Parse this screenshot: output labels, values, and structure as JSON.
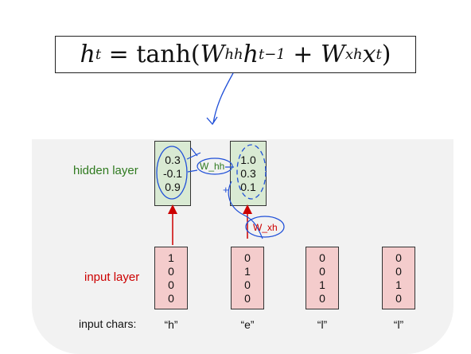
{
  "formula": {
    "h": "h",
    "h_sub": "t",
    "eq": " = tanh(",
    "W1": "W",
    "W1_sub": "hh",
    "h2": "h",
    "h2_sub": "t−1",
    "plus": " + ",
    "W2": "W",
    "W2_sub": "xh",
    "x": "x",
    "x_sub": "t",
    "close": ")"
  },
  "labels": {
    "hidden_layer": "hidden layer",
    "input_layer": "input layer",
    "input_chars": "input chars:"
  },
  "hidden_columns": [
    [
      "0.3",
      "-0.1",
      "0.9"
    ],
    [
      "1.0",
      "0.3",
      "0.1"
    ]
  ],
  "input_columns": [
    [
      "1",
      "0",
      "0",
      "0"
    ],
    [
      "0",
      "1",
      "0",
      "0"
    ],
    [
      "0",
      "0",
      "1",
      "0"
    ],
    [
      "0",
      "0",
      "1",
      "0"
    ]
  ],
  "chars": [
    "“h”",
    "“e”",
    "“l”",
    "“l”"
  ],
  "annotations": {
    "w_hh": "W_hh",
    "w_xh": "W_xh",
    "plus": "+"
  },
  "colors": {
    "hidden_fill": "#d9ead3",
    "input_fill": "#f4cccc",
    "hidden_label": "#2f7a1f",
    "input_label": "#cc0000",
    "ink_blue": "#1f4fd8",
    "arrow_red": "#cc0000"
  }
}
